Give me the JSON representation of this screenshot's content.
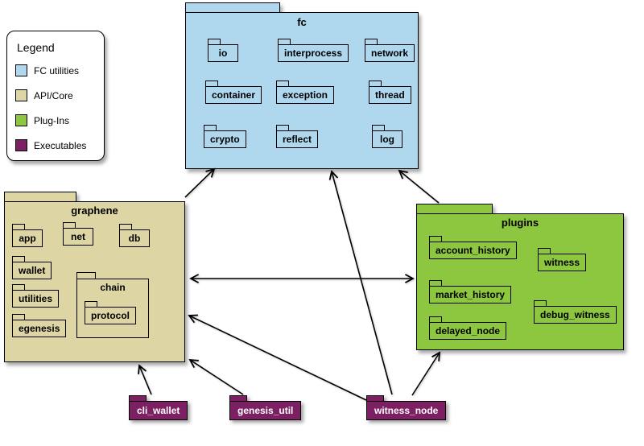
{
  "legend": {
    "title": "Legend",
    "items": [
      {
        "label": "FC utilities",
        "color": "#afd8ee"
      },
      {
        "label": "API/Core",
        "color": "#ddd6a4"
      },
      {
        "label": "Plug-Ins",
        "color": "#8dc63f"
      },
      {
        "label": "Executables",
        "color": "#7d1f63"
      }
    ]
  },
  "packages": {
    "fc": {
      "title": "fc",
      "color": "#afd8ee",
      "children": [
        "io",
        "interprocess",
        "network",
        "container",
        "exception",
        "thread",
        "crypto",
        "reflect",
        "log"
      ]
    },
    "graphene": {
      "title": "graphene",
      "color": "#ddd6a4",
      "children": [
        "app",
        "net",
        "db",
        "wallet",
        "utilities",
        "egenesis"
      ],
      "chain": {
        "title": "chain",
        "children": [
          "protocol"
        ]
      }
    },
    "plugins": {
      "title": "plugins",
      "color": "#8dc63f",
      "children": [
        "account_history",
        "witness",
        "market_history",
        "debug_witness",
        "delayed_node"
      ]
    }
  },
  "executables": {
    "color": "#7d1f63",
    "items": [
      {
        "label": "cli_wallet"
      },
      {
        "label": "genesis_util"
      },
      {
        "label": "witness_node"
      }
    ]
  },
  "dependencies": [
    {
      "from": "graphene",
      "to": "fc"
    },
    {
      "from": "plugins",
      "to": "fc"
    },
    {
      "from": "plugins",
      "to": "graphene",
      "bidirectional": true
    },
    {
      "from": "cli_wallet",
      "to": "graphene"
    },
    {
      "from": "genesis_util",
      "to": "graphene"
    },
    {
      "from": "witness_node",
      "to": "graphene"
    },
    {
      "from": "witness_node",
      "to": "fc"
    },
    {
      "from": "witness_node",
      "to": "plugins"
    }
  ]
}
